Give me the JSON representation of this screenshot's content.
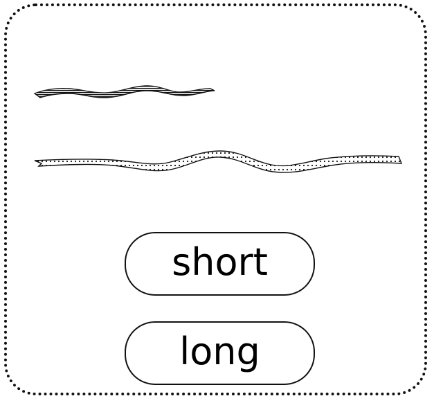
{
  "ribbons": [
    {
      "id": "short",
      "pattern": "horizontal-stripes"
    },
    {
      "id": "long",
      "pattern": "dots"
    }
  ],
  "choices": {
    "short_label": "short",
    "long_label": "long"
  },
  "colors": {
    "ink": "#111111",
    "background": "#ffffff"
  }
}
